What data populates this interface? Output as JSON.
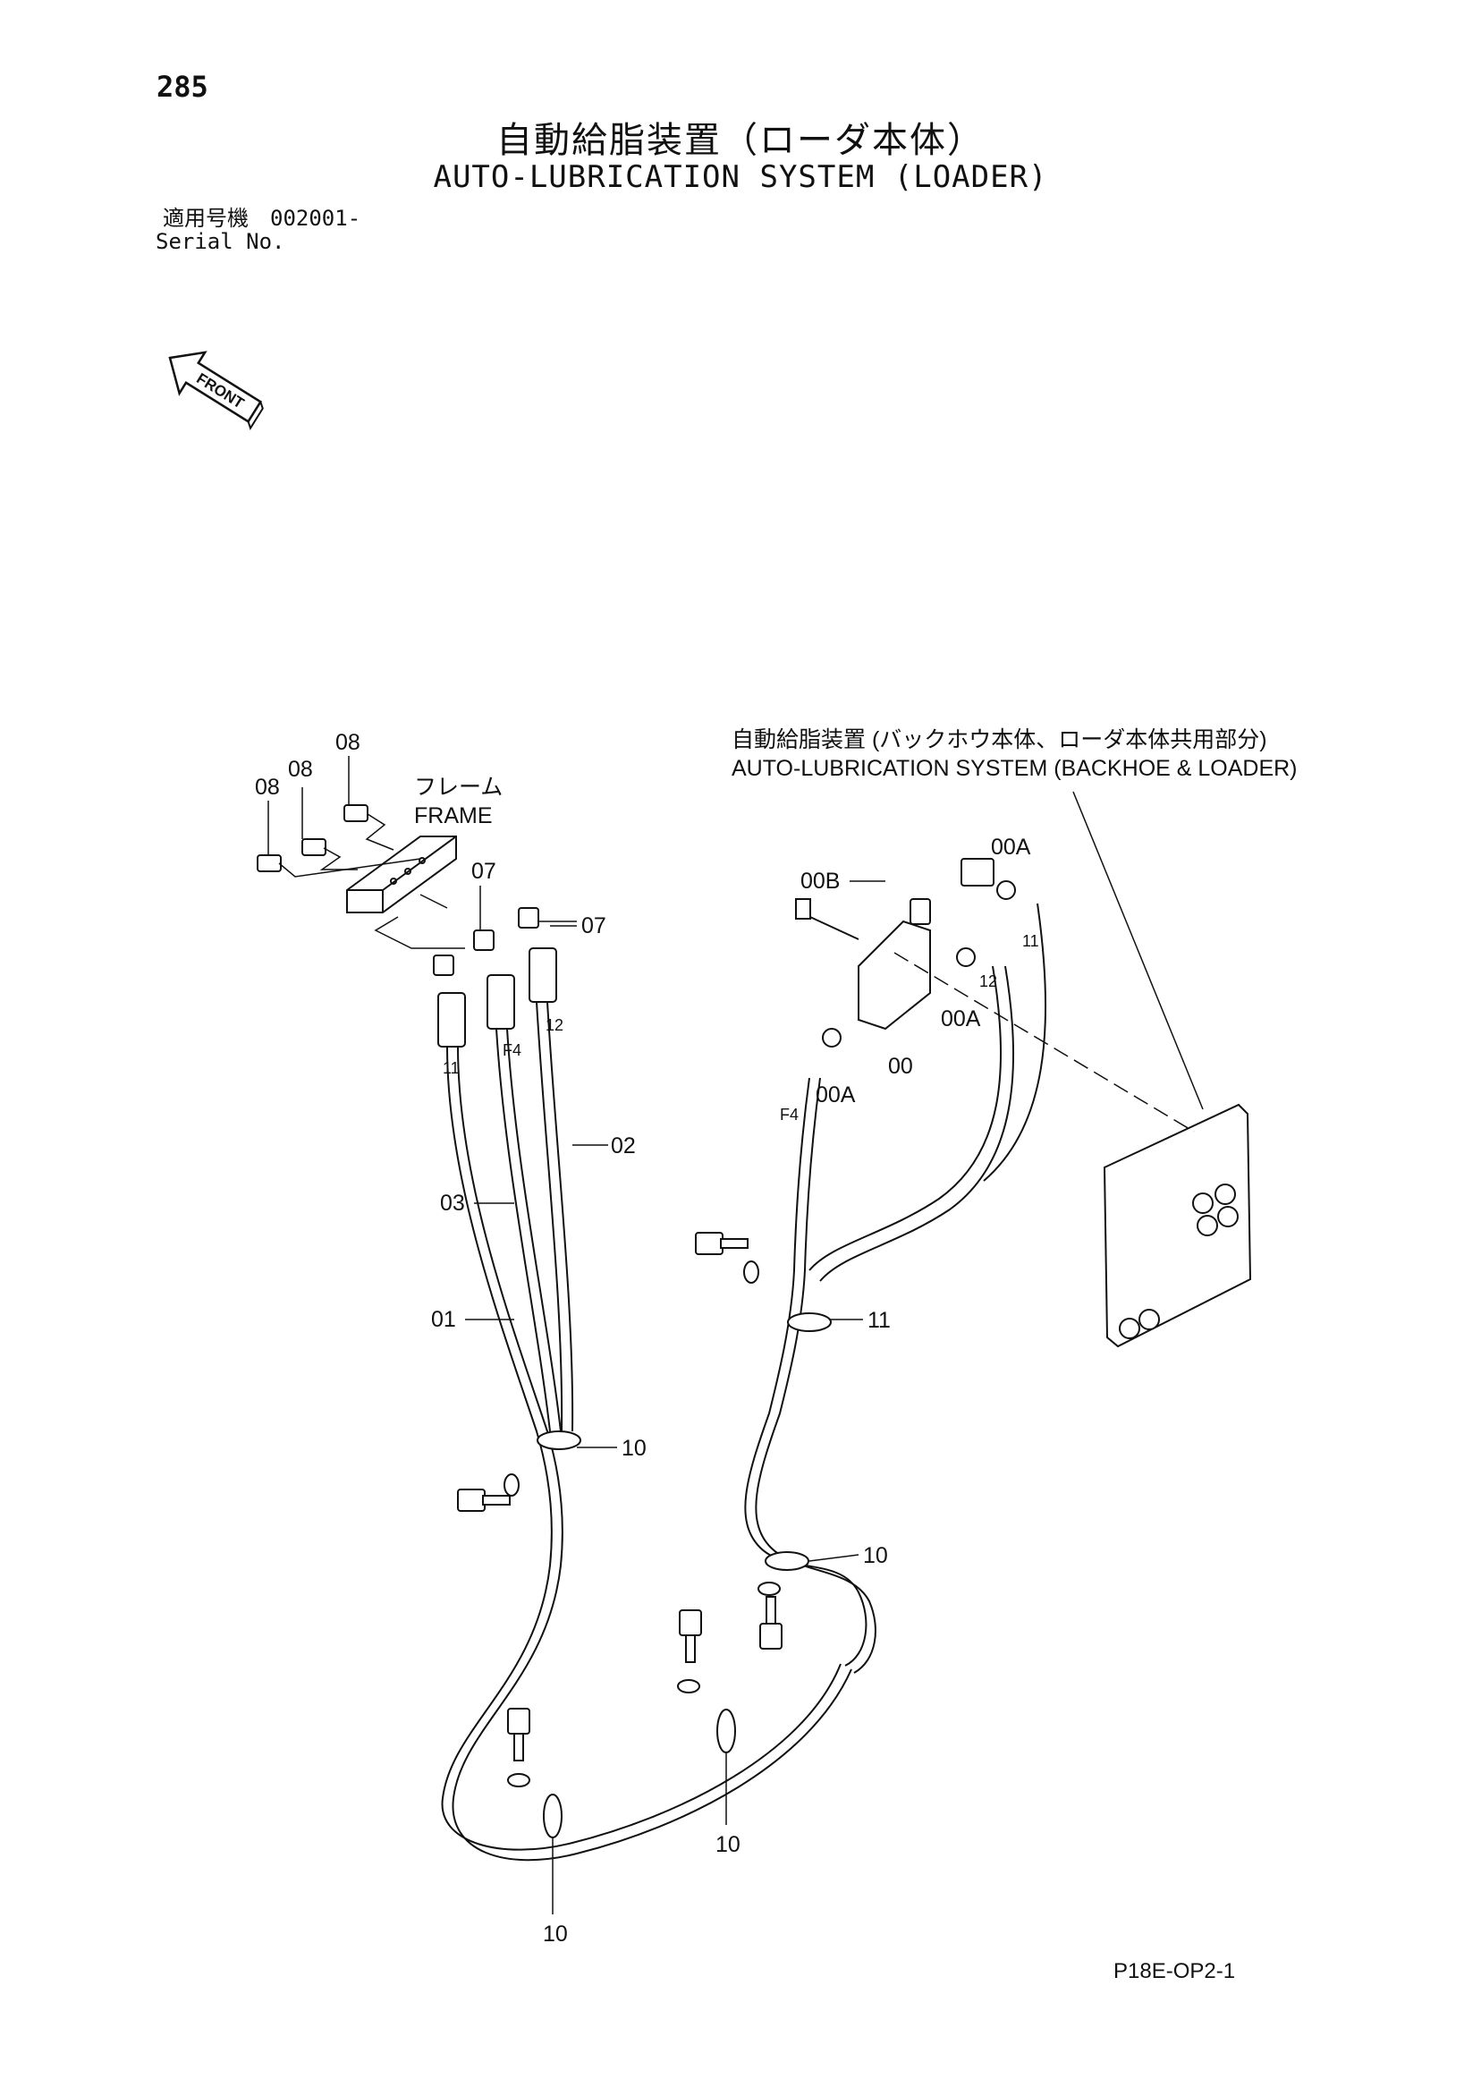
{
  "header": {
    "page_number": "285",
    "title_jp": "自動給脂装置（ローダ本体）",
    "title_en": "AUTO-LUBRICATION SYSTEM (LOADER)",
    "serial_jp": "適用号機　002001-",
    "serial_en": "Serial No."
  },
  "front_indicator": "FRONT",
  "frame_label": {
    "jp": "フレーム",
    "en": "FRAME"
  },
  "shared_unit_label": {
    "jp": "自動給脂装置 (バックホウ本体、ローダ本体共用部分)",
    "en": "AUTO-LUBRICATION SYSTEM (BACKHOE & LOADER)"
  },
  "callouts": {
    "c08a": "08",
    "c08b": "08",
    "c08c": "08",
    "c07a": "07",
    "c07b": "07",
    "c02": "02",
    "c03": "03",
    "c01": "01",
    "c10a": "10",
    "c10b": "10",
    "c10c": "10",
    "c10d": "10",
    "c11": "11",
    "c00": "00",
    "c00b": "00B",
    "c00a1": "00A",
    "c00a2": "00A",
    "c00a3": "00A"
  },
  "hose_tags": {
    "t11_left": "11",
    "tF4_left": "F4",
    "t12_left": "12",
    "tF4_right": "F4",
    "t11_right": "11",
    "t12_right": "12"
  },
  "footer": {
    "ref_code": "P18E-OP2-1"
  }
}
